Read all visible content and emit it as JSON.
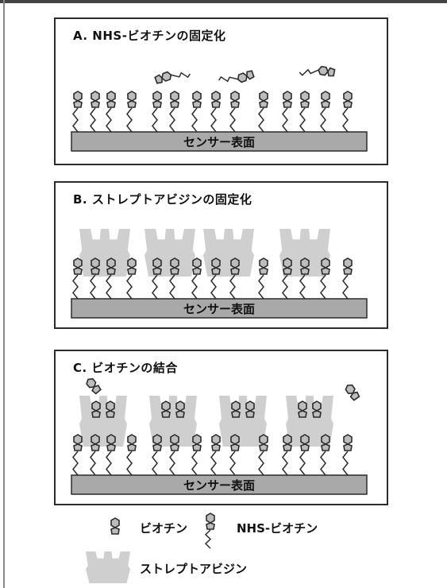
{
  "panels": [
    {
      "title": "A.  NHS-ビオチンの固定化",
      "surface": "センサー表面"
    },
    {
      "title": "B.  ストレプトアビジンの固定化",
      "surface": "センサー表面"
    },
    {
      "title": "C.  ビオチンの結合",
      "surface": "センサー表面"
    }
  ],
  "legend": {
    "biotin": "ビオチン",
    "nhs_biotin": "NHS-ビオチン",
    "streptavidin": "ストレプトアビジン"
  },
  "colors": {
    "surface_fill": "#a9a9a9",
    "streptavidin_fill": "#cfcfcf",
    "border": "#2b2b2b"
  }
}
